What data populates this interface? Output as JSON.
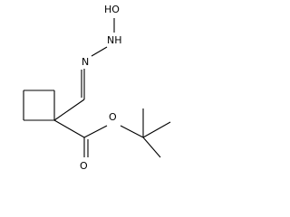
{
  "molecule": {
    "atoms": {
      "hydroxyl": "HO",
      "hydroxyl_hydrogen": "H",
      "amine": "NH",
      "imine_nitrogen": "N",
      "ester_carbonyl_oxygen": "O",
      "ester_ether_oxygen": "O"
    },
    "colors": {
      "bond": "#000000",
      "label": "#000000",
      "background": "#ffffff"
    }
  }
}
